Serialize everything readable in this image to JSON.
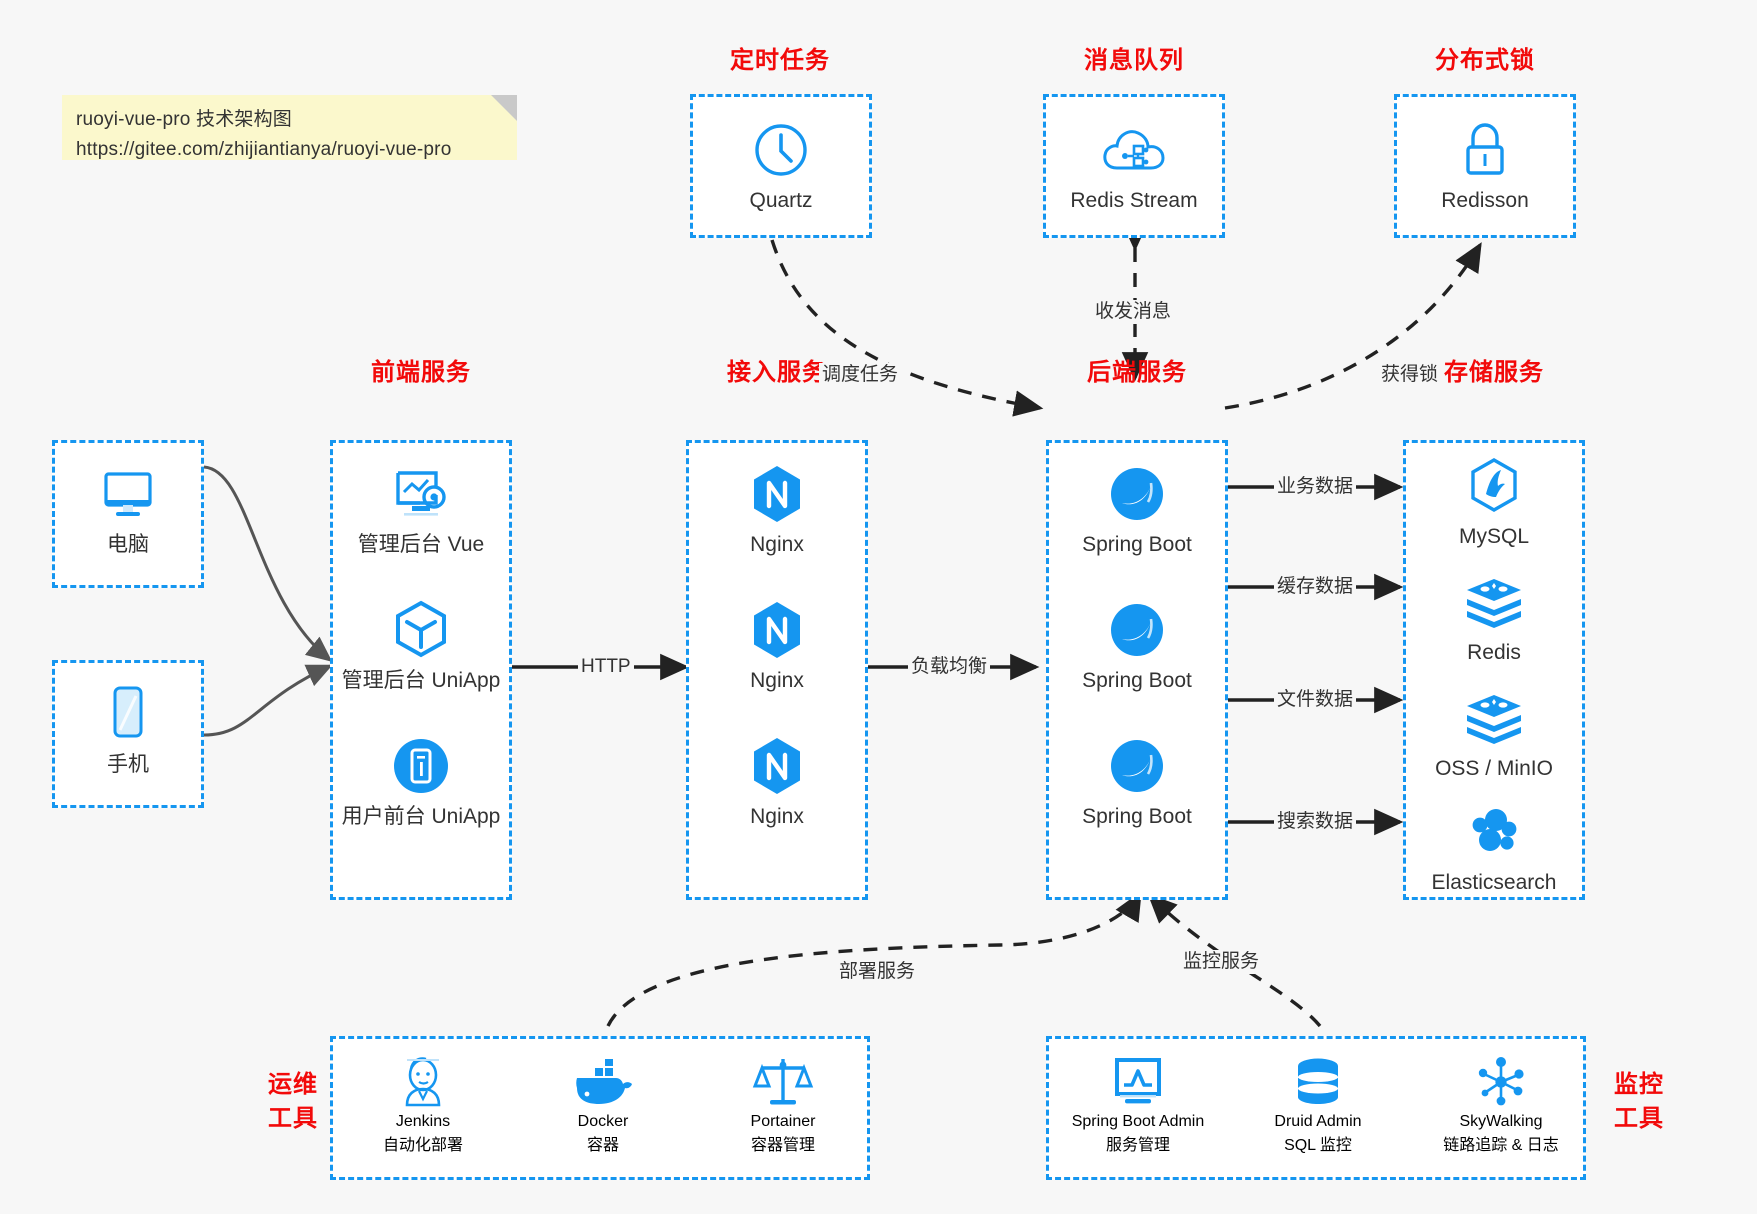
{
  "note": {
    "line1": "ruoyi-vue-pro 技术架构图",
    "line2": "https://gitee.com/zhijiantianya/ruoyi-vue-pro"
  },
  "colors": {
    "accent": "#1596f0",
    "title": "#f20a0a",
    "text": "#333333",
    "background": "#f7f7f7",
    "note_bg": "#fbf8cc",
    "edge": "#222222",
    "client_edge": "#555555"
  },
  "groups": {
    "scheduler": {
      "title": "定时任务",
      "items": [
        {
          "label": "Quartz",
          "icon": "clock-icon"
        }
      ]
    },
    "message_queue": {
      "title": "消息队列",
      "items": [
        {
          "label": "Redis Stream",
          "icon": "cloud-stream-icon"
        }
      ]
    },
    "distributed_lock": {
      "title": "分布式锁",
      "items": [
        {
          "label": "Redisson",
          "icon": "lock-icon"
        }
      ]
    },
    "client_pc": {
      "label": "电脑",
      "icon": "monitor-icon"
    },
    "client_mobile": {
      "label": "手机",
      "icon": "phone-icon"
    },
    "frontend": {
      "title": "前端服务",
      "items": [
        {
          "label": "管理后台 Vue",
          "icon": "dashboard-gear-icon"
        },
        {
          "label": "管理后台 UniApp",
          "icon": "cube-icon"
        },
        {
          "label": "用户前台 UniApp",
          "icon": "mobile-app-icon"
        }
      ]
    },
    "gateway": {
      "title": "接入服务",
      "items": [
        {
          "label": "Nginx",
          "icon": "nginx-icon"
        },
        {
          "label": "Nginx",
          "icon": "nginx-icon"
        },
        {
          "label": "Nginx",
          "icon": "nginx-icon"
        }
      ]
    },
    "backend": {
      "title": "后端服务",
      "items": [
        {
          "label": "Spring Boot",
          "icon": "spring-boot-icon"
        },
        {
          "label": "Spring Boot",
          "icon": "spring-boot-icon"
        },
        {
          "label": "Spring Boot",
          "icon": "spring-boot-icon"
        }
      ]
    },
    "storage": {
      "title": "存储服务",
      "items": [
        {
          "label": "MySQL",
          "icon": "mysql-icon"
        },
        {
          "label": "Redis",
          "icon": "redis-icon"
        },
        {
          "label": "OSS / MinIO",
          "icon": "oss-minio-icon"
        },
        {
          "label": "Elasticsearch",
          "icon": "elasticsearch-icon"
        }
      ]
    },
    "devops": {
      "title_line1": "运维",
      "title_line2": "工具",
      "items": [
        {
          "label": "Jenkins",
          "sublabel": "自动化部署",
          "icon": "jenkins-icon"
        },
        {
          "label": "Docker",
          "sublabel": "容器",
          "icon": "docker-icon"
        },
        {
          "label": "Portainer",
          "sublabel": "容器管理",
          "icon": "portainer-icon"
        }
      ]
    },
    "monitoring": {
      "title_line1": "监控",
      "title_line2": "工具",
      "items": [
        {
          "label": "Spring Boot Admin",
          "sublabel": "服务管理",
          "icon": "monitor-chart-icon"
        },
        {
          "label": "Druid Admin",
          "sublabel": "SQL 监控",
          "icon": "database-icon"
        },
        {
          "label": "SkyWalking",
          "sublabel": "链路追踪 & 日志",
          "icon": "skywalking-icon"
        }
      ]
    }
  },
  "edges": [
    {
      "id": "http",
      "label": "HTTP"
    },
    {
      "id": "load-balance",
      "label": "负载均衡"
    },
    {
      "id": "schedule-task",
      "label": "调度任务"
    },
    {
      "id": "send-receive-message",
      "label": "收发消息"
    },
    {
      "id": "acquire-lock",
      "label": "获得锁"
    },
    {
      "id": "business-data",
      "label": "业务数据"
    },
    {
      "id": "cache-data",
      "label": "缓存数据"
    },
    {
      "id": "file-data",
      "label": "文件数据"
    },
    {
      "id": "search-data",
      "label": "搜索数据"
    },
    {
      "id": "deploy-service",
      "label": "部署服务"
    },
    {
      "id": "monitor-service",
      "label": "监控服务"
    }
  ]
}
